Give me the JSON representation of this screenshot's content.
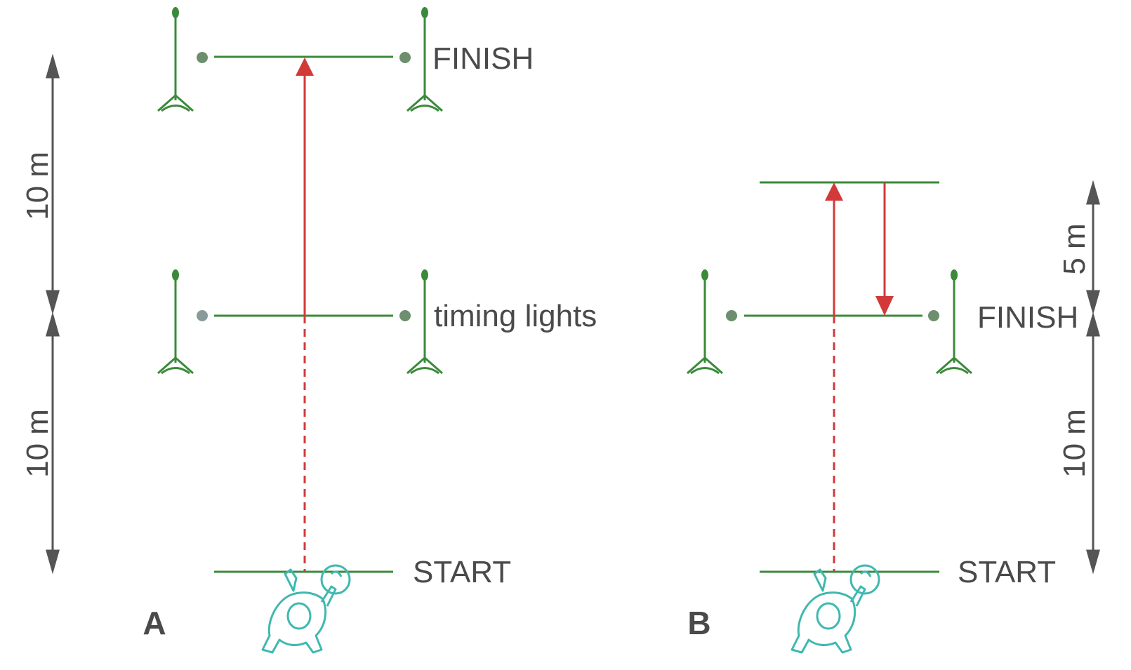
{
  "labels": {
    "finish": "FINISH",
    "timing_lights": "timing lights",
    "start": "START"
  },
  "panel_a": {
    "letter": "A",
    "distance_upper": "10 m",
    "distance_lower": "10 m",
    "start": "START",
    "finish": "FINISH"
  },
  "panel_b": {
    "letter": "B",
    "distance_upper": "5 m",
    "distance_lower": "10 m",
    "start": "START",
    "finish": "FINISH"
  },
  "colors": {
    "line_green": "#3a8a3a",
    "arrow_red": "#d23a3a",
    "dim_gray": "#555555",
    "player_teal": "#3fb8b0",
    "light_dot": "#6d8f6d"
  }
}
